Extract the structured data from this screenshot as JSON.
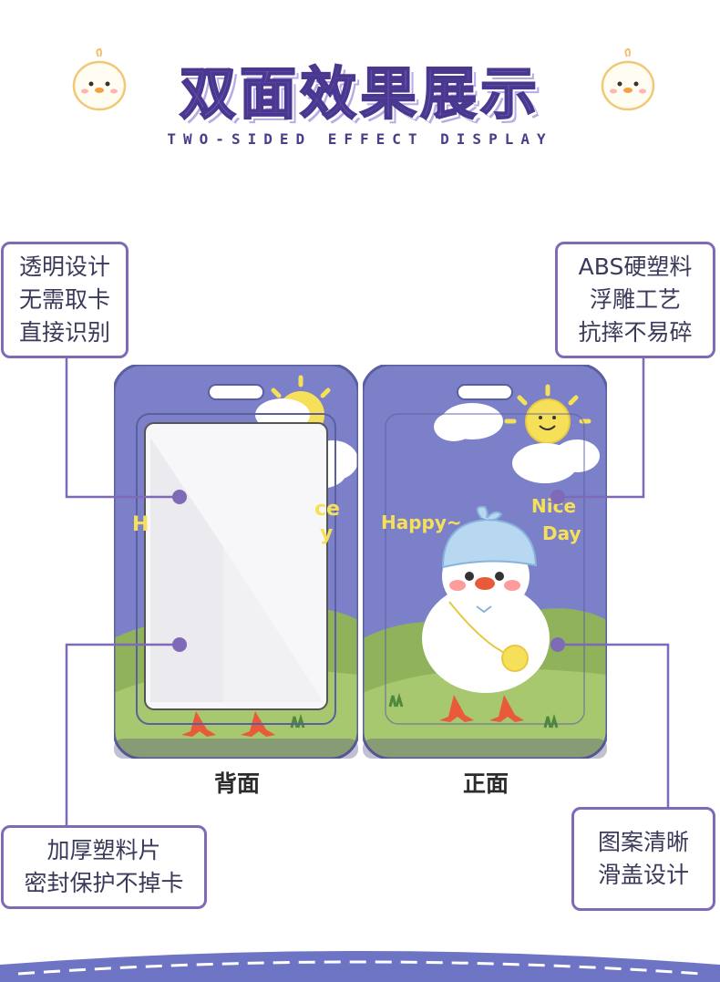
{
  "header": {
    "title": "双面效果展示",
    "subtitle": "TWO-SIDED EFFECT DISPLAY"
  },
  "callouts": {
    "top_left": [
      "透明设计",
      "无需取卡",
      "直接识别"
    ],
    "top_right": [
      "ABS硬塑料",
      "浮雕工艺",
      "抗摔不易碎"
    ],
    "bottom_left": [
      "加厚塑料片",
      "密封保护不掉卡"
    ],
    "bottom_right": [
      "图案清晰",
      "滑盖设计"
    ]
  },
  "cards": {
    "back_label": "背面",
    "front_label": "正面",
    "front_text_1": "Happy~",
    "front_text_2": "Nice",
    "front_text_3": "Day",
    "back_text_1": "H",
    "back_text_2": "ce",
    "back_text_3": "y"
  },
  "colors": {
    "accent": "#7e6ab7",
    "card_sky": "#7b80c8",
    "card_grass": "#8fb25a"
  }
}
